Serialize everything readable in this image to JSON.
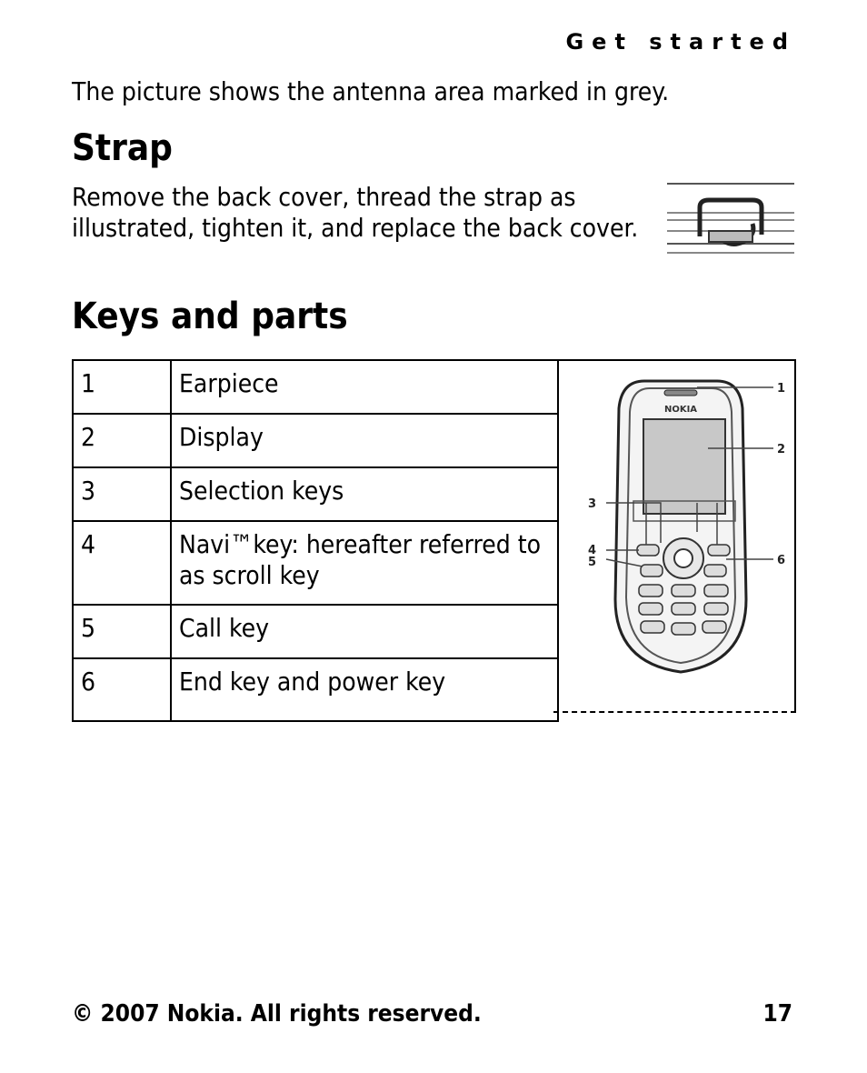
{
  "header": {
    "section": "Get started"
  },
  "intro": {
    "text": "The picture shows the antenna area marked in grey."
  },
  "strap": {
    "heading": "Strap",
    "text": "Remove the back cover, thread the strap as illustrated, tighten it, and replace the back cover."
  },
  "keys": {
    "heading": "Keys and parts",
    "rows": [
      {
        "num": "1",
        "label": "Earpiece"
      },
      {
        "num": "2",
        "label": "Display"
      },
      {
        "num": "3",
        "label": "Selection keys"
      },
      {
        "num": "4",
        "label": "Navi™key: hereafter referred to as scroll key"
      },
      {
        "num": "5",
        "label": "Call key"
      },
      {
        "num": "6",
        "label": "End key and power key"
      }
    ],
    "callouts": [
      "1",
      "2",
      "3",
      "4",
      "5",
      "6"
    ],
    "phone_brand": "NOKIA"
  },
  "footer": {
    "copyright": "© 2007 Nokia. All rights reserved.",
    "page_number": "17"
  }
}
